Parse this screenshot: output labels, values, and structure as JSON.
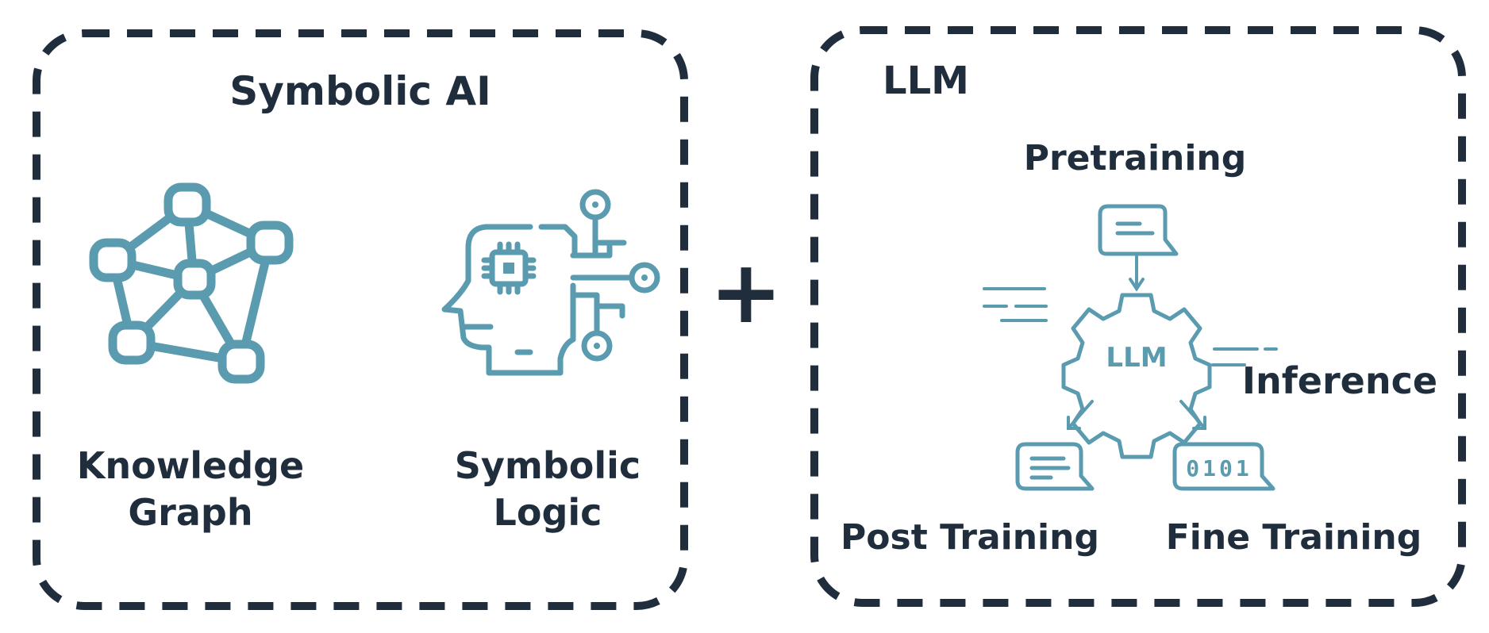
{
  "colors": {
    "ink": "#1f2d3d",
    "accent": "#5a9bb0",
    "background": "#ffffff"
  },
  "symbolic_panel": {
    "title": "Symbolic AI",
    "knowledge_graph": {
      "line1": "Knowledge",
      "line2": "Graph",
      "icon": "knowledge-graph-icon"
    },
    "symbolic_logic": {
      "line1": "Symbolic",
      "line2": "Logic",
      "icon": "ai-head-circuit-icon"
    }
  },
  "combine_symbol": "+",
  "llm_panel": {
    "title": "LLM",
    "hub_label": "LLM",
    "pretraining": "Pretraining",
    "inference": "Inference",
    "post_training": "Post Training",
    "fine_training": "Fine Training",
    "binary_text": "0101"
  }
}
